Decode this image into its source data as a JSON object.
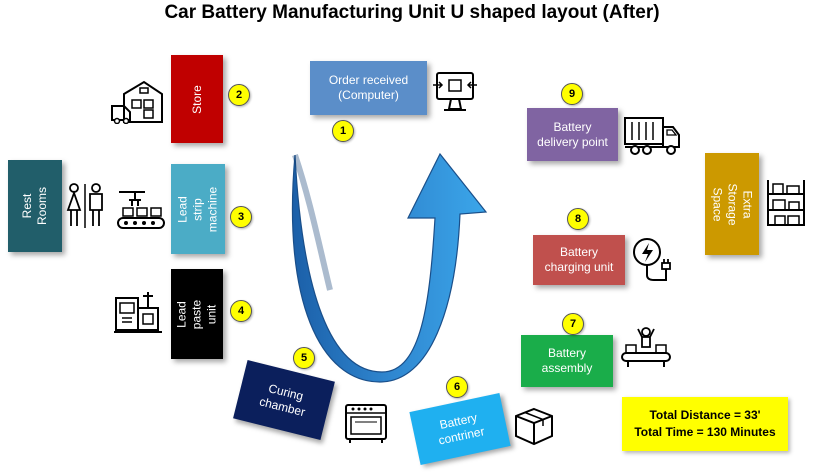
{
  "title": "Car Battery Manufacturing Unit U shaped layout (After)",
  "stations": [
    {
      "id": "order",
      "number": "1",
      "label": "Order received\n(Computer)",
      "color": "#5b8ec9",
      "icon": "computer-icon"
    },
    {
      "id": "store",
      "number": "2",
      "label": "Store",
      "color": "#c00000",
      "icon": "warehouse-icon"
    },
    {
      "id": "lead-strip",
      "number": "3",
      "label": "Lead strip\nmachine",
      "color": "#4bacc6",
      "icon": "conveyor-icon"
    },
    {
      "id": "lead-paste",
      "number": "4",
      "label": "Lead paste\nunit",
      "color": "#000000",
      "icon": "machine-icon"
    },
    {
      "id": "curing",
      "number": "5",
      "label": "Curing\nchamber",
      "color": "#0b1f5c",
      "icon": "oven-icon"
    },
    {
      "id": "container",
      "number": "6",
      "label": "Battery\ncontriner",
      "color": "#1fb0f0",
      "icon": "box-icon"
    },
    {
      "id": "assembly",
      "number": "7",
      "label": "Battery\nassembly",
      "color": "#1aad4a",
      "icon": "assembly-icon"
    },
    {
      "id": "charging",
      "number": "8",
      "label": "Battery\ncharging unit",
      "color": "#c0504d",
      "icon": "charger-icon"
    },
    {
      "id": "delivery",
      "number": "9",
      "label": "Battery\ndelivery point",
      "color": "#8064a2",
      "icon": "truck-icon"
    }
  ],
  "extras": [
    {
      "id": "restrooms",
      "label": "Rest Rooms",
      "color": "#215e6a",
      "icon": "restroom-icon"
    },
    {
      "id": "storage",
      "label": "Extra Storage\nSpace",
      "color": "#cc9900",
      "icon": "shelf-icon"
    }
  ],
  "summary": {
    "distance": "Total Distance = 33'",
    "time": "Total Time = 130 Minutes"
  }
}
